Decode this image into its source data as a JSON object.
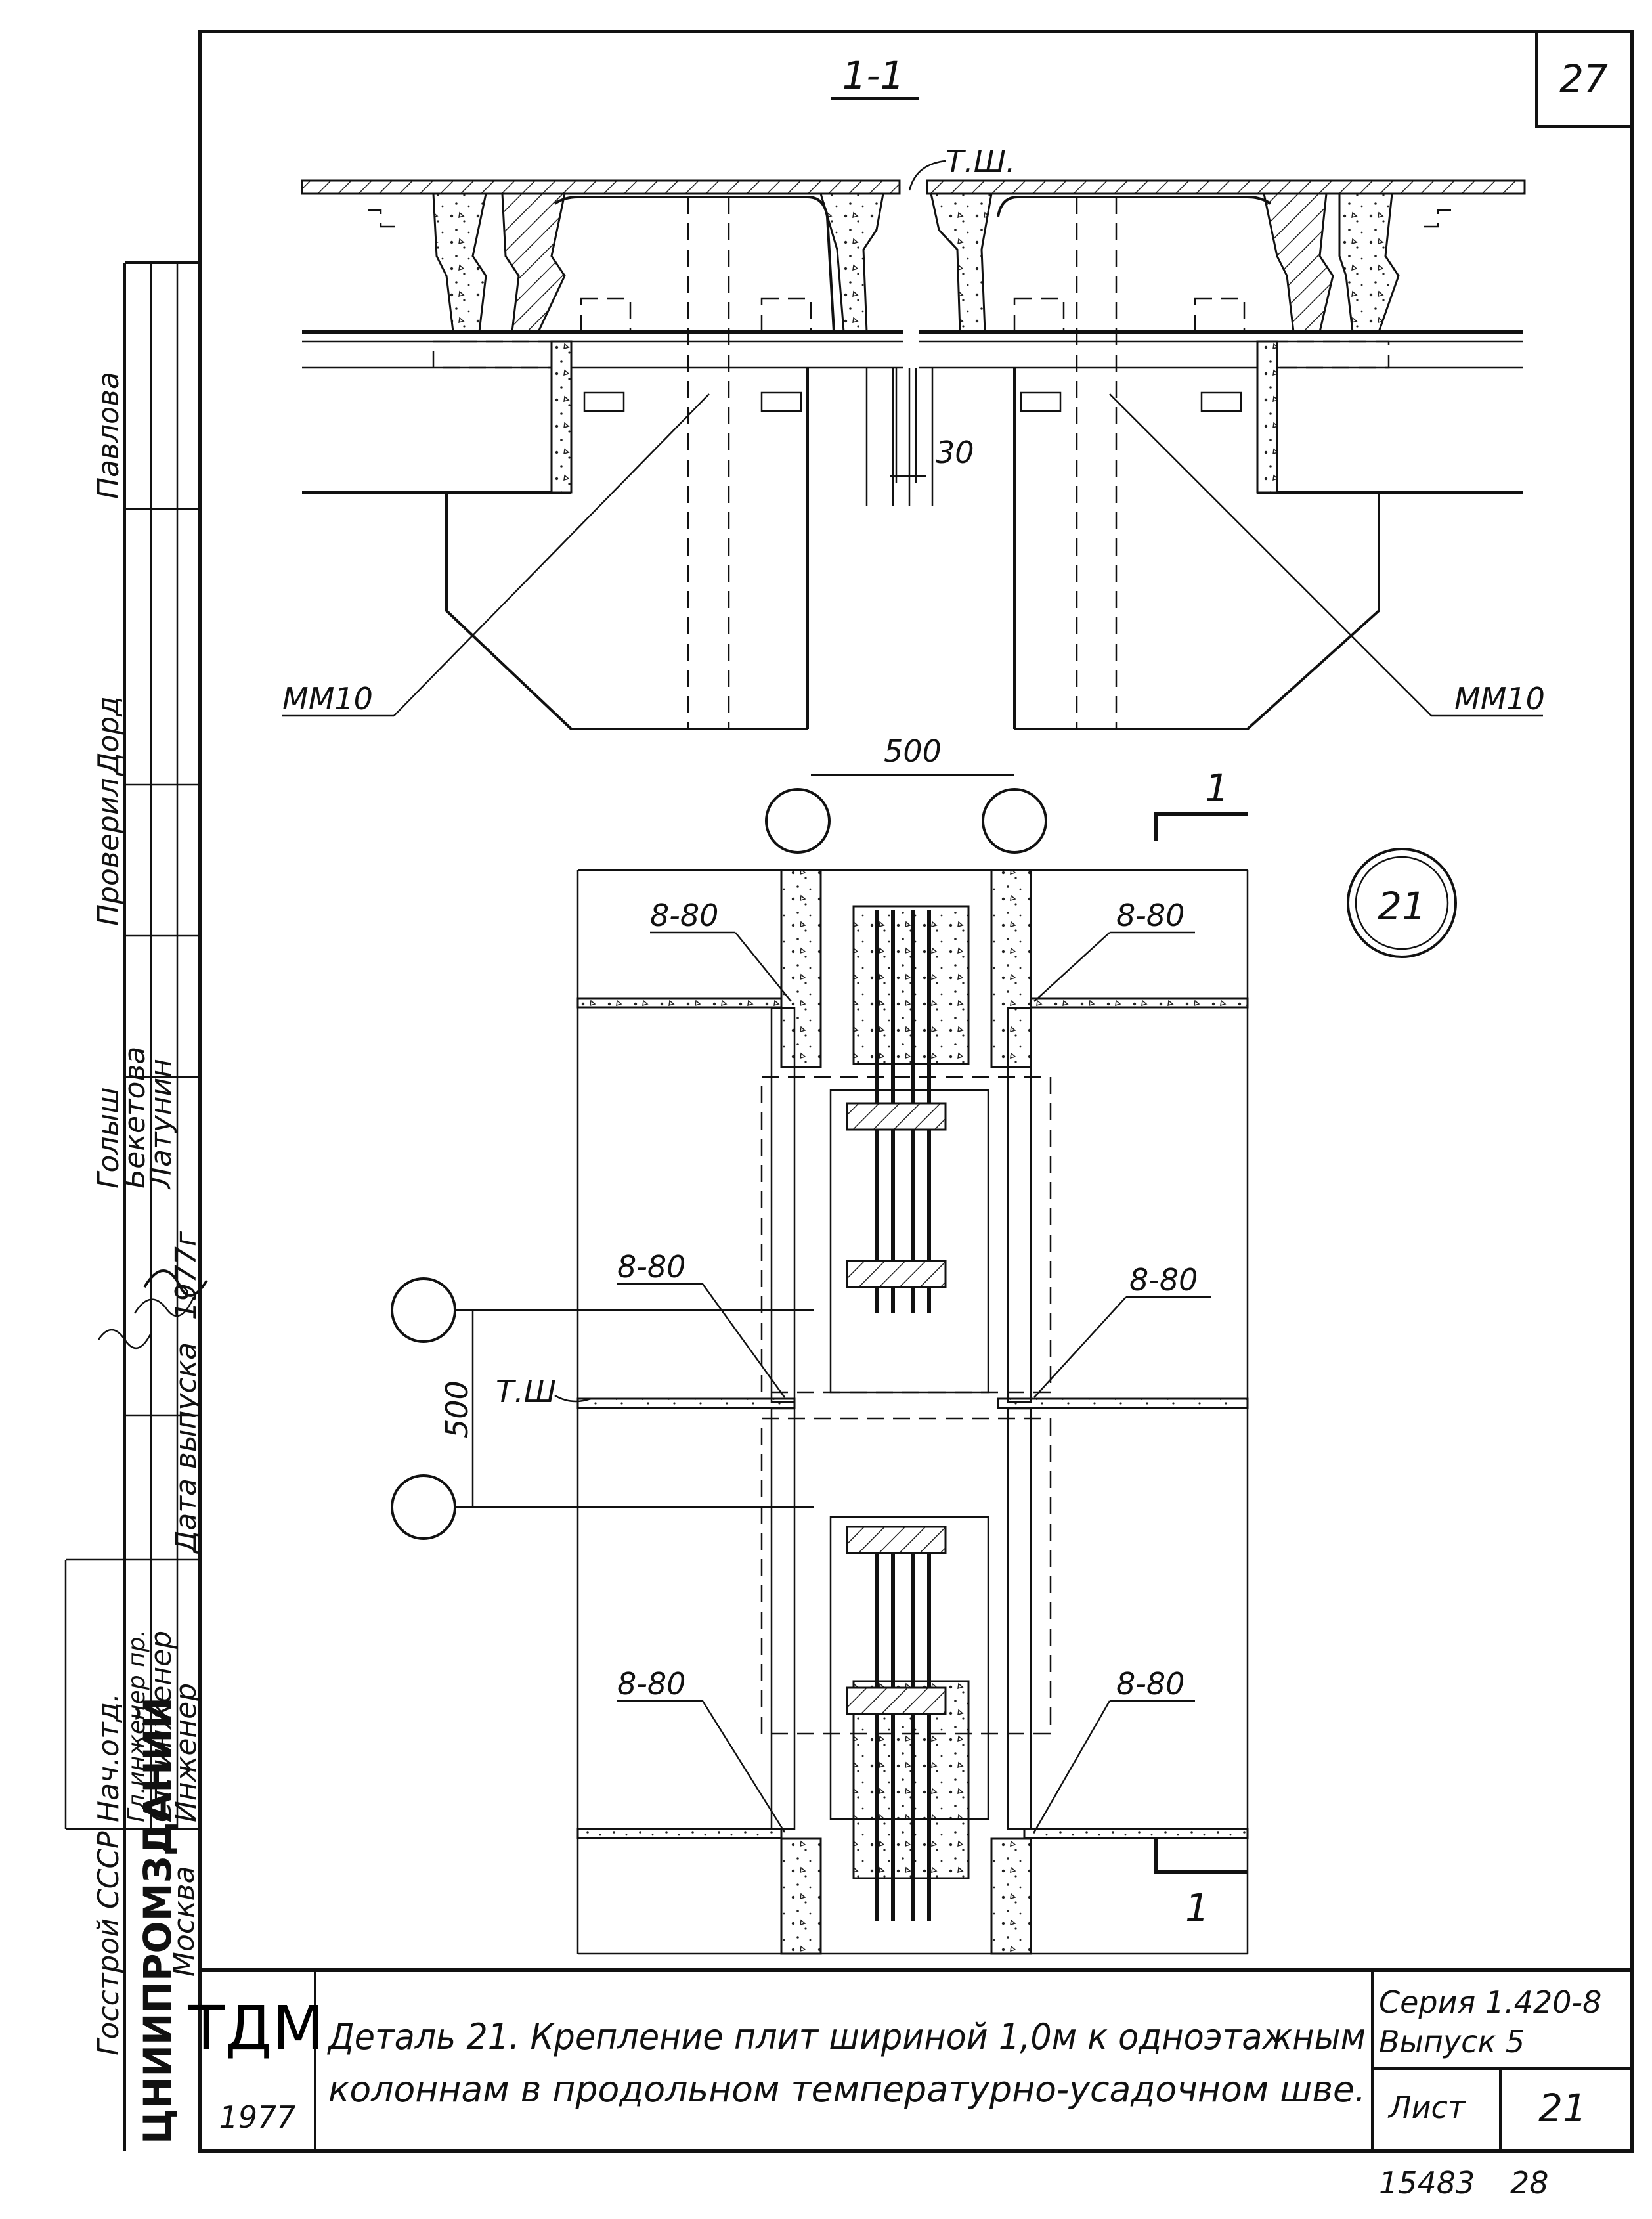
{
  "sheet": {
    "page_number": "27",
    "bottom_numbers": {
      "archive": "15483",
      "page": "28"
    }
  },
  "section": {
    "title": "1-1",
    "joint_label": "Т.Ш.",
    "gap_dimension": "30",
    "panel_left_label": "ММ10",
    "panel_right_label": "ММ10",
    "axis_spacing": "500"
  },
  "plan": {
    "detail_number": "21",
    "cut_mark": "1",
    "weld_label": "8-80",
    "joint_label": "Т.Ш",
    "axis_spacing": "500"
  },
  "side_stamp": {
    "organization": [
      "Госстрой СССР",
      "ЦНИИПРОМЗДАНИЙ",
      "Москва"
    ],
    "positions": [
      "Нач.отд.",
      "Гл.инженер пр.",
      "Ст. инженер",
      "Инженер",
      "Дата выпуска"
    ],
    "names": [
      "Павлова",
      "Дорд",
      "Проверил",
      "Голыш",
      "Бекетова",
      "Латунин"
    ],
    "release_year": "1977г"
  },
  "title_block": {
    "logo": "ТДМ",
    "logo_year": "1977",
    "title_line1": "Деталь 21. Крепление плит шириной 1,0м к одноэтажным",
    "title_line2": "колоннам в продольном температурно-усадочном шве.",
    "series_label": "Серия 1.420-8",
    "issue_label": "Выпуск 5",
    "sheet_label": "Лист",
    "sheet_number": "21"
  }
}
